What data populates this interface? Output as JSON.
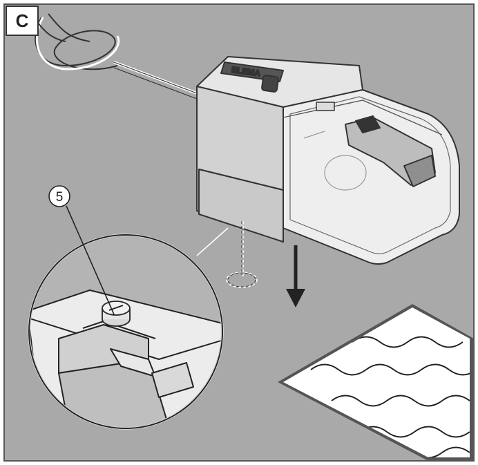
{
  "panel_label": "C",
  "callout_number": "5",
  "device_logo_text": "ELEMA",
  "colors": {
    "background": "#a9a9a9",
    "device_light": "#f2f2f2",
    "device_mid": "#d4d4d4",
    "outline": "#333333",
    "water": "#ffffff"
  },
  "icons": [
    "panel-label",
    "arrow-down-icon",
    "magnifier-circle",
    "fixing-screw-icon",
    "water-wave-icon",
    "power-cable"
  ]
}
